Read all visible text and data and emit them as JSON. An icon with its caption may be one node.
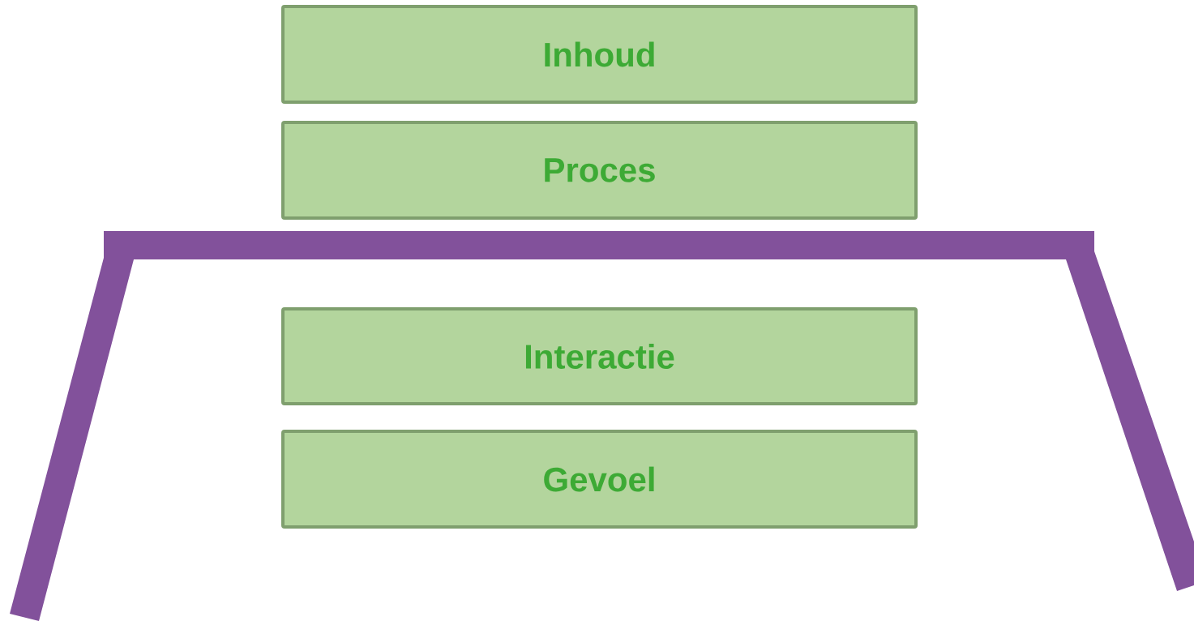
{
  "diagram": {
    "nodes": [
      {
        "text": [
          "Inhoud"
        ]
      },
      {
        "text": [
          "Proces"
        ]
      },
      {
        "text": [
          "Interactie"
        ]
      },
      {
        "text": [
          "Gevoel"
        ]
      }
    ]
  }
}
